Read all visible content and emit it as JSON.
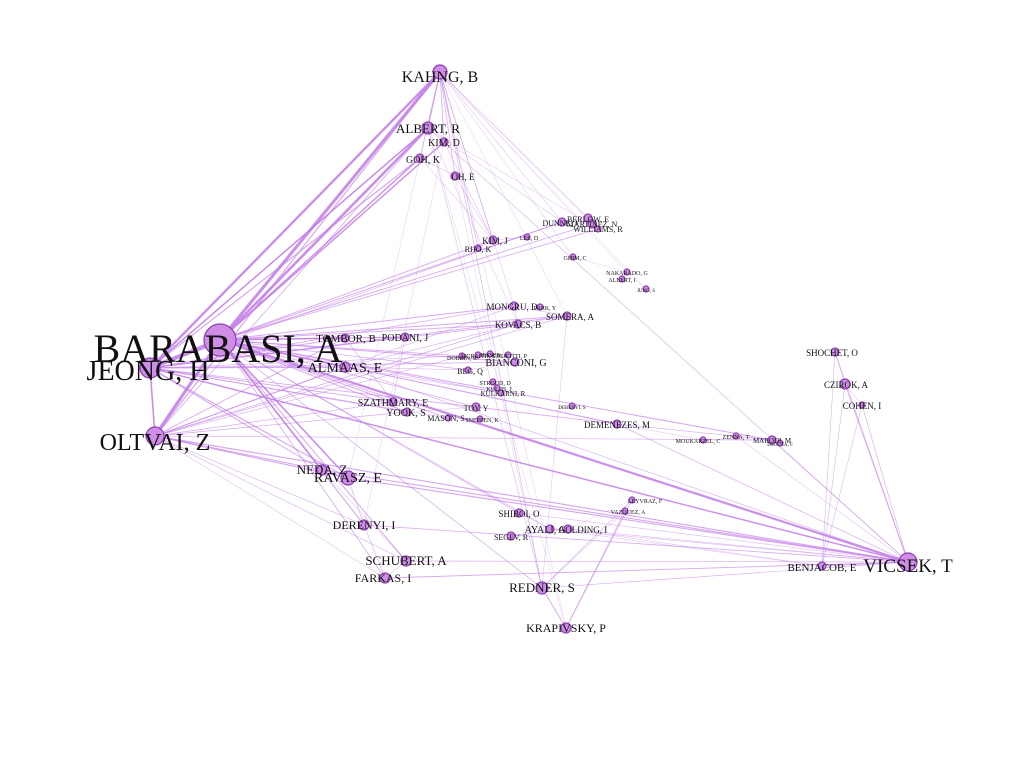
{
  "colors": {
    "edge": "#c27ae8",
    "node_fill": "#cf8de8",
    "node_stroke": "#8a3fae",
    "label": "#111111",
    "background": "#ffffff"
  },
  "nodes": [
    {
      "id": "barabasi",
      "label": "BARABASI, A"
    },
    {
      "id": "jeong",
      "label": "JEONG, H"
    },
    {
      "id": "oltvai",
      "label": "OLTVAI, Z"
    },
    {
      "id": "kahng",
      "label": "KAHNG, B"
    },
    {
      "id": "vicsek",
      "label": "VICSEK, T"
    },
    {
      "id": "albert",
      "label": "ALBERT, R"
    },
    {
      "id": "kimd",
      "label": "KIM, D"
    },
    {
      "id": "goh",
      "label": "GOH, K"
    },
    {
      "id": "oh",
      "label": "OH, E"
    },
    {
      "id": "kimj",
      "label": "KIM, J"
    },
    {
      "id": "rho",
      "label": "RHO, K"
    },
    {
      "id": "lee",
      "label": "LEE, D"
    },
    {
      "id": "dunne",
      "label": "DUNNE, J"
    },
    {
      "id": "berlow",
      "label": "BERLOW, E"
    },
    {
      "id": "martinez",
      "label": "MARTINEZ, N"
    },
    {
      "id": "williams",
      "label": "WILLIAMS, R"
    },
    {
      "id": "ghim",
      "label": "GHIM, C"
    },
    {
      "id": "nakarado",
      "label": "NAKARADO, G"
    },
    {
      "id": "albertiv",
      "label": "ALBERT, I"
    },
    {
      "id": "jung",
      "label": "JUNG, S"
    },
    {
      "id": "mongru",
      "label": "MONGRU, D"
    },
    {
      "id": "park",
      "label": "PARK, Y"
    },
    {
      "id": "somera",
      "label": "SOMERA, A"
    },
    {
      "id": "kovacs",
      "label": "KOVACS, B"
    },
    {
      "id": "tombor",
      "label": "TOMBOR, B"
    },
    {
      "id": "podani",
      "label": "PODANI, J"
    },
    {
      "id": "dobrin",
      "label": "DOBRIN, R"
    },
    {
      "id": "mcraith",
      "label": "MCRAITH, S"
    },
    {
      "id": "jessen",
      "label": "JESSEN, A"
    },
    {
      "id": "crucitti",
      "label": "CRUCITTI, P"
    },
    {
      "id": "bianconi",
      "label": "BIANCONI, G"
    },
    {
      "id": "beg",
      "label": "BEG, Q"
    },
    {
      "id": "almaas",
      "label": "ALMAAS, E"
    },
    {
      "id": "stroud",
      "label": "STROUD, D"
    },
    {
      "id": "kuljis",
      "label": "KULJIS, J"
    },
    {
      "id": "kulkarni",
      "label": "KULKARNI, R"
    },
    {
      "id": "szathmary",
      "label": "SZATHMARY, E"
    },
    {
      "id": "toy",
      "label": "TOY, Y"
    },
    {
      "id": "yook",
      "label": "YOOK, S"
    },
    {
      "id": "mason",
      "label": "MASON, S"
    },
    {
      "id": "sneppen",
      "label": "SNEPPEN, K"
    },
    {
      "id": "derenyi_s",
      "label": "DERENYI, S"
    },
    {
      "id": "demenozes",
      "label": "DEMENEZES, M"
    },
    {
      "id": "moukarzel",
      "label": "MOUKARZEL, C"
    },
    {
      "id": "zenna",
      "label": "ZENNA, T"
    },
    {
      "id": "marodi",
      "label": "MARODI, M"
    },
    {
      "id": "dsouza",
      "label": "DSOUZA, F"
    },
    {
      "id": "shochet",
      "label": "SHOCHET, O"
    },
    {
      "id": "czirok",
      "label": "CZIROK, A"
    },
    {
      "id": "cohen",
      "label": "COHEN, I"
    },
    {
      "id": "neda",
      "label": "NEDA, Z"
    },
    {
      "id": "ravasz",
      "label": "RAVASZ, E"
    },
    {
      "id": "derenyi",
      "label": "DERENYI, I"
    },
    {
      "id": "schubert",
      "label": "SCHUBERT, A"
    },
    {
      "id": "farkas",
      "label": "FARKAS, I"
    },
    {
      "id": "redner",
      "label": "REDNER, S"
    },
    {
      "id": "krapivsky",
      "label": "KRAPIVSKY, P"
    },
    {
      "id": "shiboi",
      "label": "SHIBOI, O"
    },
    {
      "id": "ayali",
      "label": "AYALI, A"
    },
    {
      "id": "golding",
      "label": "GOLDING, I"
    },
    {
      "id": "segev",
      "label": "SEGEV, R"
    },
    {
      "id": "leyvraz",
      "label": "LEYVRAZ, F"
    },
    {
      "id": "vazquez",
      "label": "VAZQUEZ, A"
    },
    {
      "id": "benjacob",
      "label": "BENJACOB, E"
    }
  ]
}
